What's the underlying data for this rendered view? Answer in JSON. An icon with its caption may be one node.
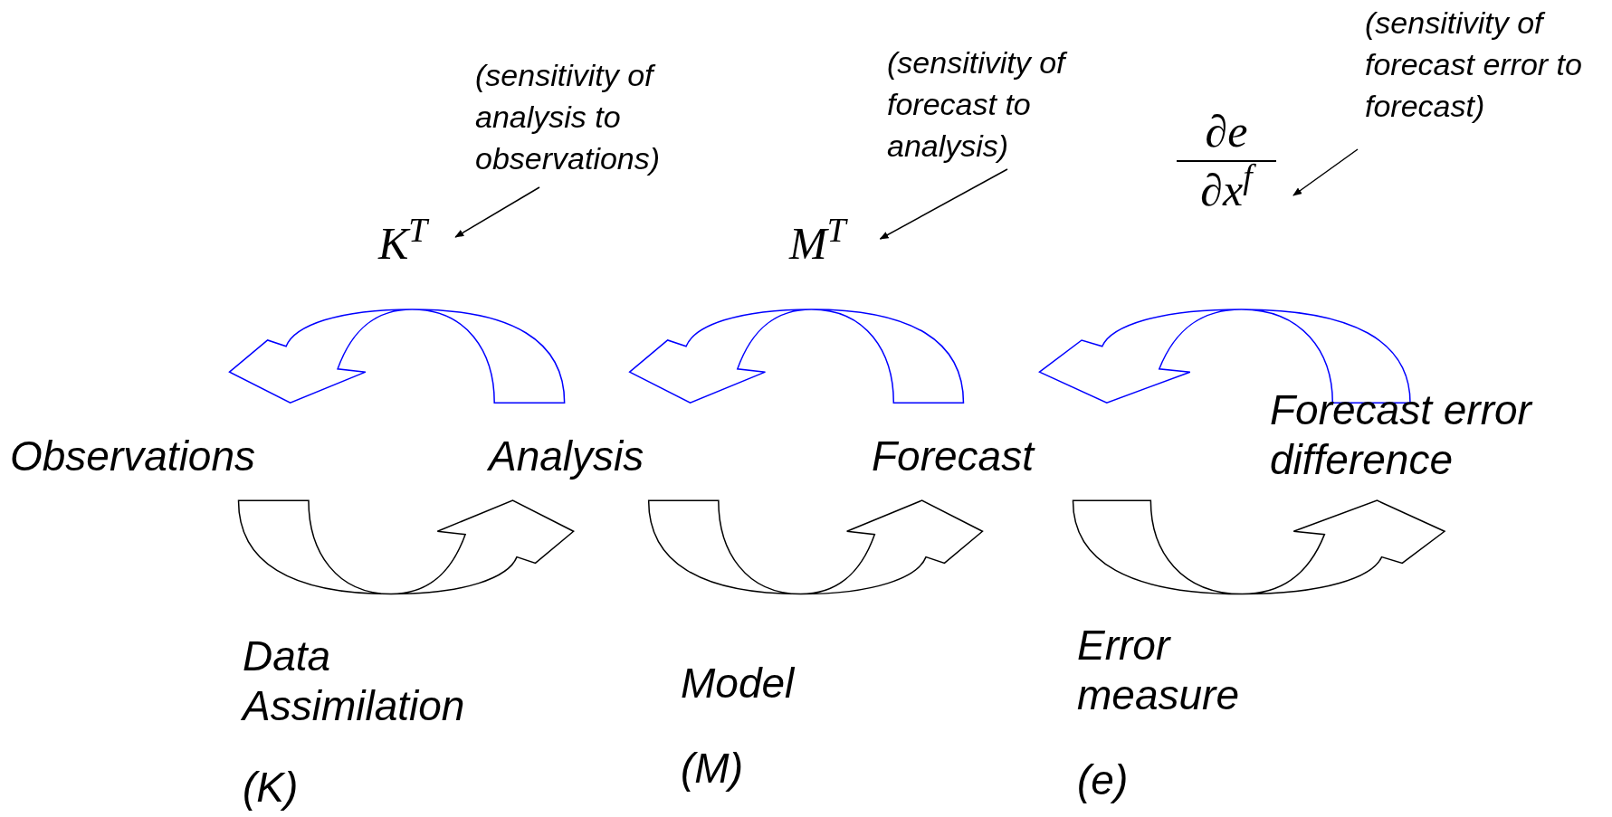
{
  "diagram": {
    "nodes": [
      {
        "text": [
          "Observations"
        ]
      },
      {
        "text": [
          "Analysis"
        ]
      },
      {
        "text": [
          "Forecast"
        ]
      },
      {
        "text": [
          "Forecast error difference"
        ]
      },
      {
        "text": [
          "(sensitivity of analysis to observations)"
        ]
      },
      {
        "text": [
          "K$^{T}$"
        ]
      },
      {
        "text": [
          "(sensitivity of forecast to analysis)"
        ]
      },
      {
        "text": [
          "M$^{T}$"
        ]
      },
      {
        "text": [
          "(sensitivity of forecast error to forecast)"
        ]
      },
      {
        "text": [
          "∂e",
          "∂x$^{f}$"
        ]
      }
    ],
    "edges": [
      {
        "from": 0,
        "to": 1,
        "arrow": "to"
      },
      {
        "from": 1,
        "to": 0,
        "arrow": "to",
        "color": "#0000ff"
      },
      {
        "from": 1,
        "to": 2,
        "arrow": "to"
      },
      {
        "from": 2,
        "to": 1,
        "arrow": "to",
        "color": "#0000ff"
      },
      {
        "from": 2,
        "to": 3,
        "arrow": "to"
      },
      {
        "from": 3,
        "to": 2,
        "arrow": "to",
        "color": "#0000ff"
      },
      {
        "from": 4,
        "to": 5,
        "arrow": "to"
      },
      {
        "from": 6,
        "to": 7,
        "arrow": "to"
      },
      {
        "from": 8,
        "to": 9,
        "arrow": "to"
      }
    ],
    "labels": [
      "Data Assimilation",
      "(K)",
      "Model",
      "(M)",
      "Error measure",
      "(e)"
    ]
  }
}
